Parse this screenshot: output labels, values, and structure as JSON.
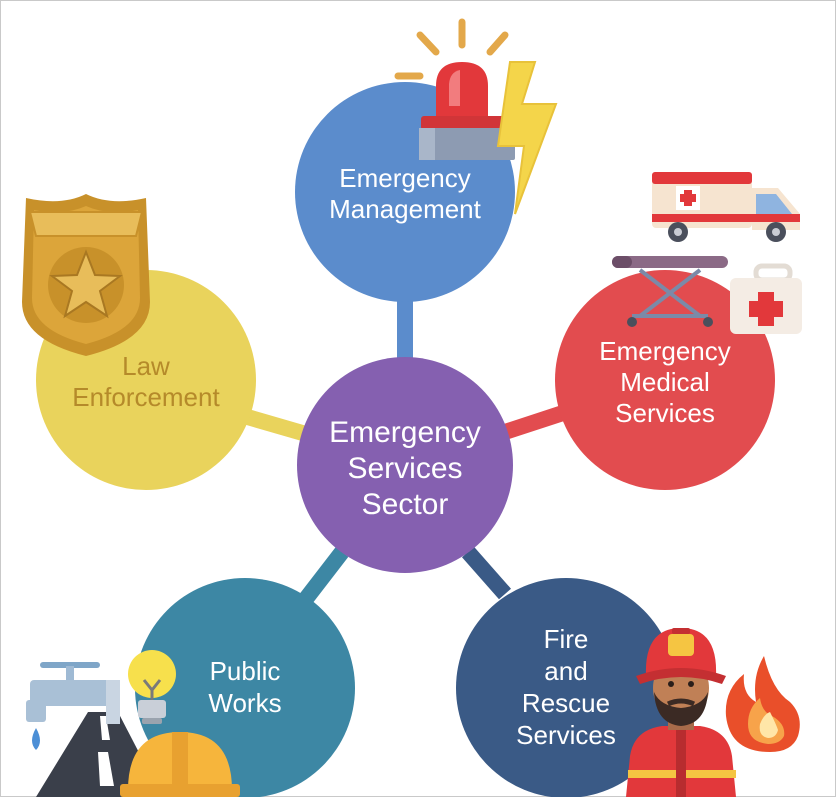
{
  "center": {
    "lines": [
      "Emergency",
      "Services",
      "Sector"
    ],
    "color": "#8560b0"
  },
  "nodes": {
    "management": {
      "lines": [
        "Emergency",
        "Management"
      ],
      "color": "#5b8ccc",
      "icon": "siren-lightning-icon"
    },
    "medical": {
      "lines": [
        "Emergency",
        "Medical",
        "Services"
      ],
      "color": "#e24c4f",
      "icon": "ambulance-stretcher-firstaid-icon"
    },
    "fire": {
      "lines": [
        "Fire",
        "and",
        "Rescue",
        "Services"
      ],
      "color": "#3a5a86",
      "icon": "firefighter-flame-icon"
    },
    "public_works": {
      "lines": [
        "Public",
        "Works"
      ],
      "color": "#3d87a4",
      "icon": "faucet-bulb-road-hardhat-icon"
    },
    "law": {
      "lines": [
        "Law",
        "Enforcement"
      ],
      "color": "#e9d35c",
      "text_color": "#b58a2a",
      "icon": "police-badge-icon"
    }
  }
}
